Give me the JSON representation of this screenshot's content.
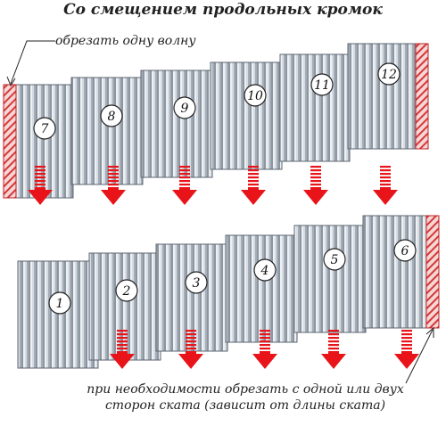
{
  "title": "Со смещением продольных кромок",
  "note_top": "обрезать одну волну",
  "note_bottom_line1": "при необходимости обрезать с одной или двух",
  "note_bottom_line2": "сторон ската (зависит от длины ската)",
  "top_row_numbers": [
    "7",
    "8",
    "9",
    "10",
    "11",
    "12"
  ],
  "bottom_row_numbers": [
    "1",
    "2",
    "3",
    "4",
    "5",
    "6"
  ],
  "colors": {
    "sheet_light": "#e6eaef",
    "sheet_dark": "#8f98a3",
    "hatch": "#d33a3a",
    "arrow": "#e8141a"
  }
}
